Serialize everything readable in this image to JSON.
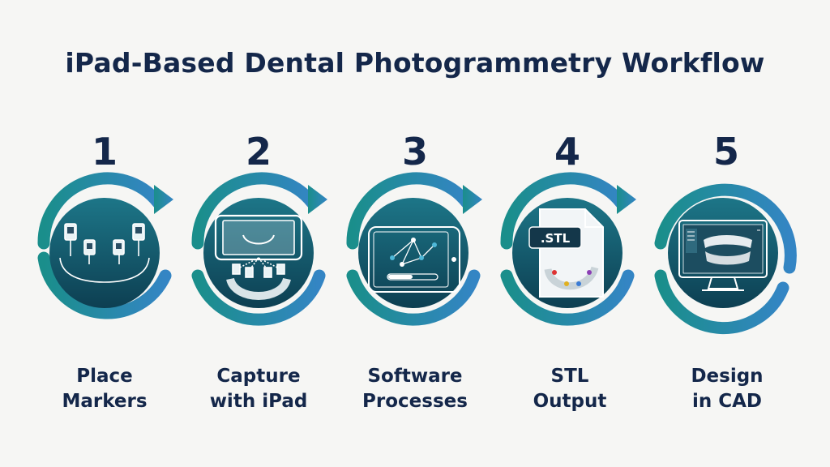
{
  "title": "iPad-Based Dental Photogrammetry Workflow",
  "steps": [
    {
      "number": "1",
      "label_line1": "Place",
      "label_line2": "Markers",
      "icon": "scan-markers-icon"
    },
    {
      "number": "2",
      "label_line1": "Capture",
      "label_line2": "with iPad",
      "icon": "ipad-capture-icon"
    },
    {
      "number": "3",
      "label_line1": "Software",
      "label_line2": "Processes",
      "icon": "tablet-processing-icon"
    },
    {
      "number": "4",
      "label_line1": "STL",
      "label_line2": "Output",
      "icon": "stl-file-icon"
    },
    {
      "number": "5",
      "label_line1": "Design",
      "label_line2": "in CAD",
      "icon": "cad-monitor-icon"
    }
  ],
  "stl_badge": ".STL",
  "colors": {
    "title": "#14274a",
    "circle_dark": "#0f4a5c",
    "arrow_start": "#1c8f8e",
    "arrow_end": "#3a86c8",
    "background": "#f6f6f4"
  }
}
